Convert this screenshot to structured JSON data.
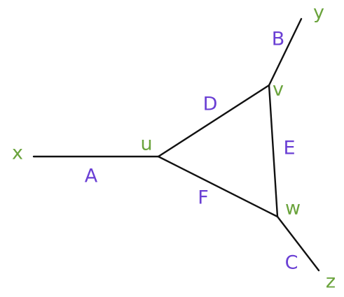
{
  "colors": {
    "node_label": "#6aa33c",
    "edge_label": "#6a3fd4",
    "edge_line": "#111111",
    "background": "#ffffff"
  },
  "nodes": {
    "x": "x",
    "y": "y",
    "z": "z",
    "u": "u",
    "v": "v",
    "w": "w"
  },
  "edges": {
    "A": "A",
    "B": "B",
    "C": "C",
    "D": "D",
    "E": "E",
    "F": "F"
  }
}
